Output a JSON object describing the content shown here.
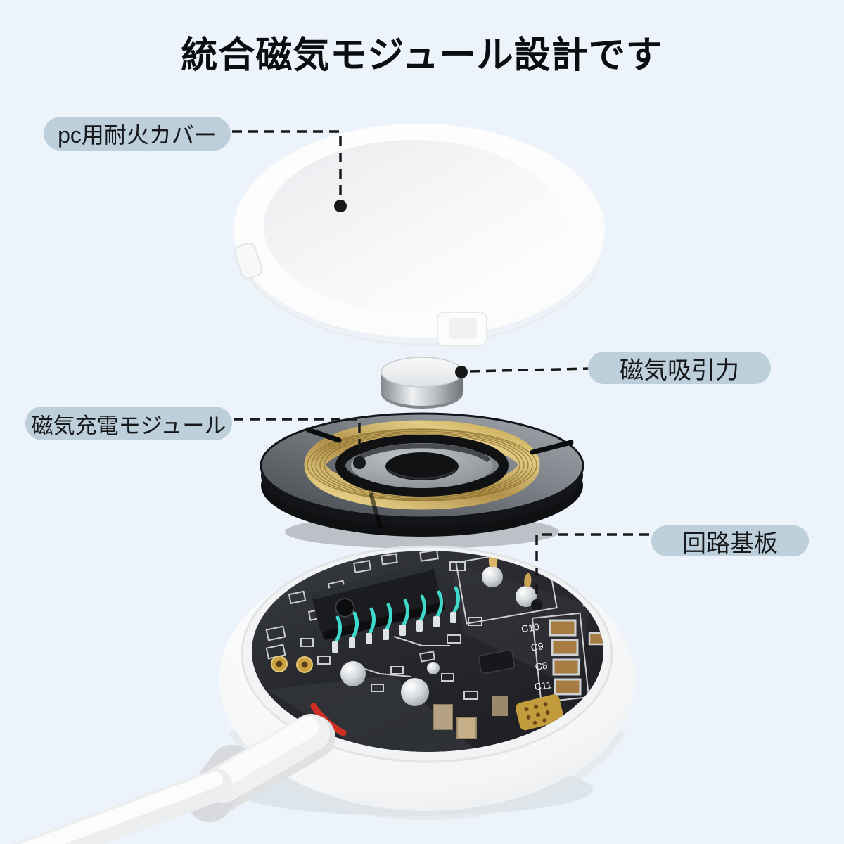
{
  "page": {
    "title": "統合磁気モジュール設計です"
  },
  "callouts": [
    {
      "id": "cover",
      "text": "pc用耐火カバー"
    },
    {
      "id": "magnet",
      "text": "磁気吸引力"
    },
    {
      "id": "module",
      "text": "磁気充電モジュール"
    },
    {
      "id": "pcb",
      "text": "回路基板"
    }
  ],
  "pcb": {
    "labels": [
      "C10",
      "C9",
      "C8",
      "C11"
    ]
  },
  "palette": {
    "bg": "#edf3fa",
    "pill": "#bdcfdb",
    "ink": "#16181b",
    "line": "#17181a",
    "gold": "#c9a64f",
    "board": "#2a2d33",
    "teal": "#3fd9cb",
    "accent-red": "#cf2f23"
  }
}
